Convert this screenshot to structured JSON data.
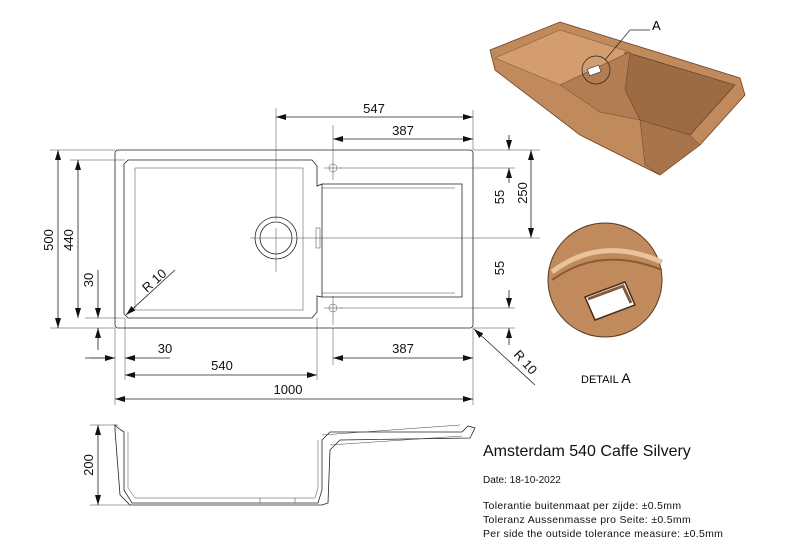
{
  "title": "Amsterdam 540 Caffe Silvery",
  "date": "Date: 18-10-2022",
  "tolerances": [
    "Tolerantie buitenmaat per zijde: ±0.5mm",
    "Toleranz Aussenmasse pro Seite: ±0.5mm",
    "Per side the outside tolerance measure: ±0.5mm"
  ],
  "detail": {
    "label": "DETAIL",
    "letter": "A",
    "callout": "A"
  },
  "dimensions": {
    "d547": "547",
    "d387_top": "387",
    "d500": "500",
    "d440": "440",
    "d30_left": "30",
    "r10_left": "R 10",
    "d30_bottom": "30",
    "d540": "540",
    "d387_bottom": "387",
    "d1000": "1000",
    "d55_top": "55",
    "d250": "250",
    "d55_bottom": "55",
    "r10_right": "R 10",
    "d200": "200"
  },
  "colors": {
    "sink": "#c08a5c",
    "sink_dark": "#8a5a35",
    "sink_light": "#d9a77a"
  }
}
